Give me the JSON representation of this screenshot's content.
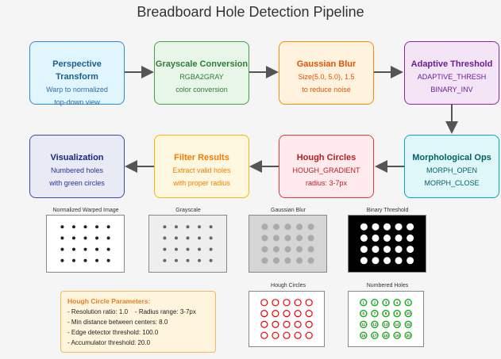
{
  "title": "Breadboard Hole Detection Pipeline",
  "steps": [
    {
      "title": "Perspective Transform",
      "line1": "Warp to normalized",
      "line2": "top-down view",
      "fill": "#e1f5fe",
      "border": "#2a8ad4",
      "titleColor": "#1a5f8f",
      "textColor": "#2a6fa8"
    },
    {
      "title": "Grayscale Conversion",
      "line1": "RGBA2GRAY",
      "line2": "color conversion",
      "fill": "#e8f5e9",
      "border": "#43a047",
      "titleColor": "#2e7d32",
      "textColor": "#2e7d32"
    },
    {
      "title": "Gaussian Blur",
      "line1": "Size(5.0, 5.0), 1.5",
      "line2": "to reduce noise",
      "fill": "#fff3e0",
      "border": "#fb8c00",
      "titleColor": "#e65100",
      "textColor": "#e65100"
    },
    {
      "title": "Adaptive Threshold",
      "line1": "ADAPTIVE_THRESH",
      "line2": "BINARY_INV",
      "fill": "#f3e5f5",
      "border": "#8e24aa",
      "titleColor": "#6a1b9a",
      "textColor": "#6a1b9a"
    },
    {
      "title": "Morphological Ops",
      "line1": "MORPH_OPEN",
      "line2": "MORPH_CLOSE",
      "fill": "#e0f7fa",
      "border": "#00acc1",
      "titleColor": "#006064",
      "textColor": "#006064"
    },
    {
      "title": "Hough Circles",
      "line1": "HOUGH_GRADIENT",
      "line2": "radius: 3-7px",
      "fill": "#ffebee",
      "border": "#e53935",
      "titleColor": "#b71c1c",
      "textColor": "#b71c1c"
    },
    {
      "title": "Filter Results",
      "line1": "Extract valid holes",
      "line2": "with proper radius",
      "fill": "#fff8e1",
      "border": "#ffb300",
      "titleColor": "#f57c00",
      "textColor": "#f57c00"
    },
    {
      "title": "Visualization",
      "line1": "Numbered holes",
      "line2": "with green circles",
      "fill": "#e8eaf6",
      "border": "#3949ab",
      "titleColor": "#1a237e",
      "textColor": "#283593"
    }
  ],
  "thumbnails": [
    {
      "label": "Normalized Warped Image",
      "style": "warped"
    },
    {
      "label": "Grayscale",
      "style": "gray"
    },
    {
      "label": "Gaussian Blur",
      "style": "blur"
    },
    {
      "label": "Binary Threshold",
      "style": "binary"
    },
    {
      "label": "Hough Circles",
      "style": "hough"
    },
    {
      "label": "Numbered Holes",
      "style": "numbered"
    }
  ],
  "params": {
    "title": "Hough Circle Parameters:",
    "lines": [
      "- Resolution ratio: 1.0    - Radius range: 3-7px",
      "- Min distance between centers: 8.0",
      "- Edge detector threshold: 100.0",
      "- Accumulator threshold: 20.0"
    ]
  },
  "hole_numbers": [
    "1",
    "2",
    "3",
    "4",
    "5",
    "6",
    "7",
    "8",
    "9",
    "10",
    "11",
    "12",
    "13",
    "14",
    "15",
    "16",
    "17",
    "18",
    "19",
    "20"
  ]
}
